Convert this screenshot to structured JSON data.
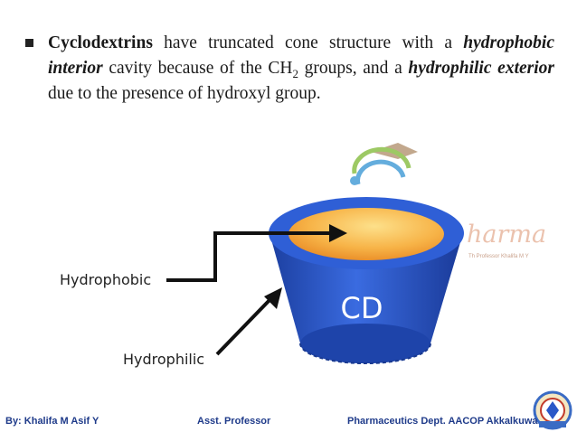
{
  "bullet": {
    "term": "Cyclodextrins",
    "part1": " have truncated cone structure with a ",
    "hydrophobic_interior": "hydrophobic interior",
    "part2": " cavity because of the CH",
    "subscript": "2",
    "part3": " groups, and a ",
    "hydrophilic_exterior": "hydrophilic exterior",
    "part4": " due to the presence of hydroxyl group."
  },
  "figure": {
    "cone_label": "CD",
    "label_hydrophobic": "Hydrophobic",
    "label_hydrophilic": "Hydrophilic",
    "colors": {
      "cone_body": "#2a58c8",
      "cone_dark": "#1c3fa0",
      "cavity": "#f6a93b",
      "cavity_light": "#fde08a",
      "arrow": "#111111"
    }
  },
  "watermark": {
    "text": "harma",
    "subtext": "Th Professor Khalifa M Y"
  },
  "footer": {
    "author": "By: Khalifa M Asif  Y",
    "position": "Asst. Professor",
    "department": "Pharmaceutics Dept. AACOP Akkalkuwa"
  },
  "logos": [
    "graduation-cap-logo",
    "college-seal-logo"
  ]
}
